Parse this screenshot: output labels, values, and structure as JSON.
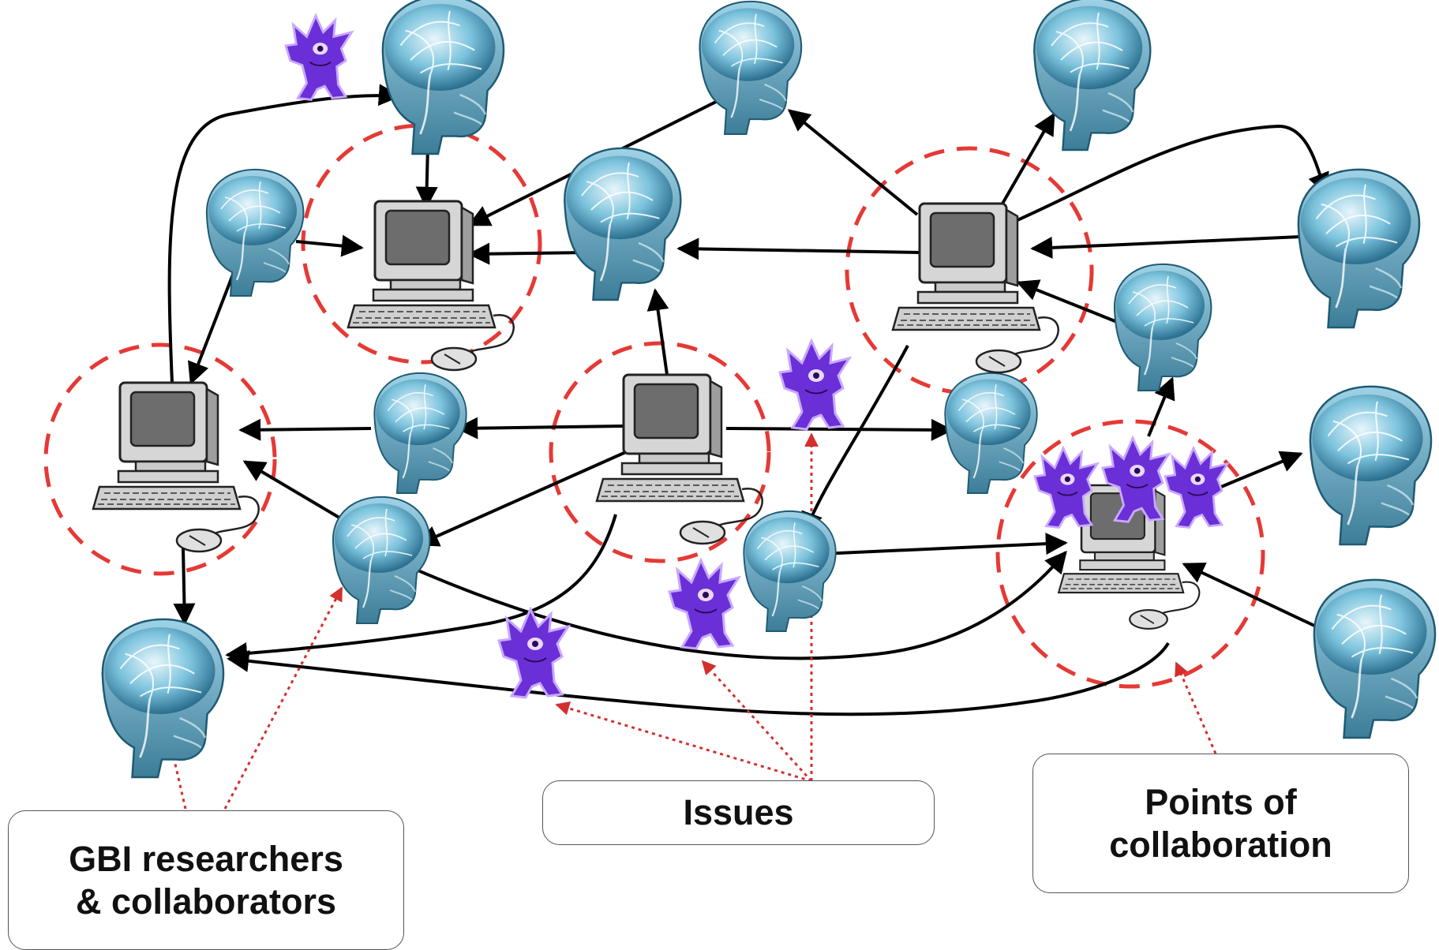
{
  "labels": {
    "researchers": [
      "GBI researchers",
      "& collaborators"
    ],
    "issues": "Issues",
    "points": [
      "Points of",
      "collaboration"
    ]
  },
  "icons": {
    "node_researcher": "brain-xray-icon",
    "node_computer": "computer-workstation-icon",
    "node_issue": "gremlin-icon"
  },
  "colors": {
    "edge": "#000000",
    "collab_circle": "#e53935",
    "pointer": "#d32f2f",
    "gremlin": "#6a2fd6",
    "brain": "#4fa3c7",
    "computer": "#bdbdbd"
  }
}
